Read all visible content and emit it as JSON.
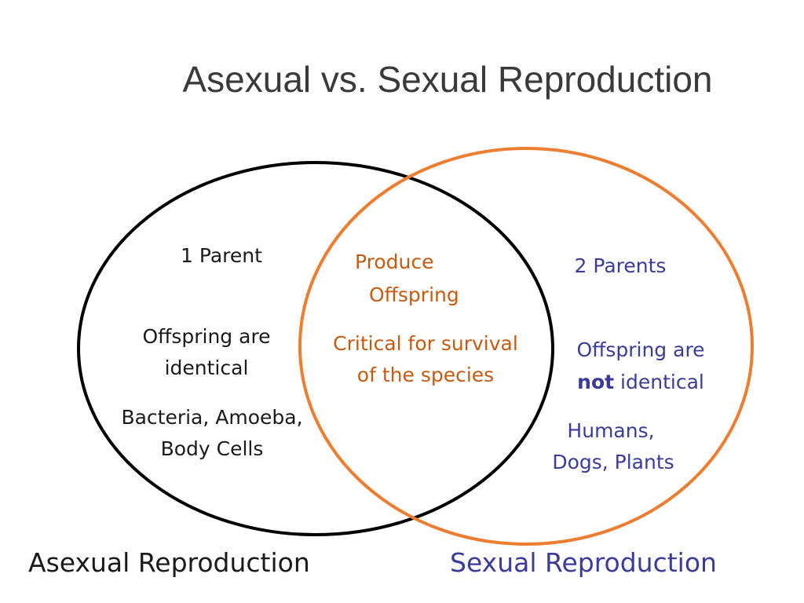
{
  "title": "Asexual vs. Sexual Reproduction",
  "asexual": {
    "label": "Asexual Reproduction",
    "parents": "1 Parent",
    "offspring_line1": "Offspring are",
    "offspring_line2": "identical",
    "examples_line1": "Bacteria, Amoeba,",
    "examples_line2": "Body Cells"
  },
  "shared": {
    "produce_line1": "Produce",
    "produce_line2": "Offspring",
    "critical_line1": "Critical for survival",
    "critical_line2": "of the species"
  },
  "sexual": {
    "label": "Sexual Reproduction",
    "parents": "2 Parents",
    "offspring_line1": "Offspring are",
    "offspring_not": "not",
    "offspring_rest": "identical",
    "examples_line1": "Humans,",
    "examples_line2": "Dogs, Plants"
  },
  "colors": {
    "asexual_circle": "#000000",
    "sexual_circle": "#ed7d31",
    "shared_text": "#c55a11",
    "sexual_text": "#3b3b9a"
  }
}
